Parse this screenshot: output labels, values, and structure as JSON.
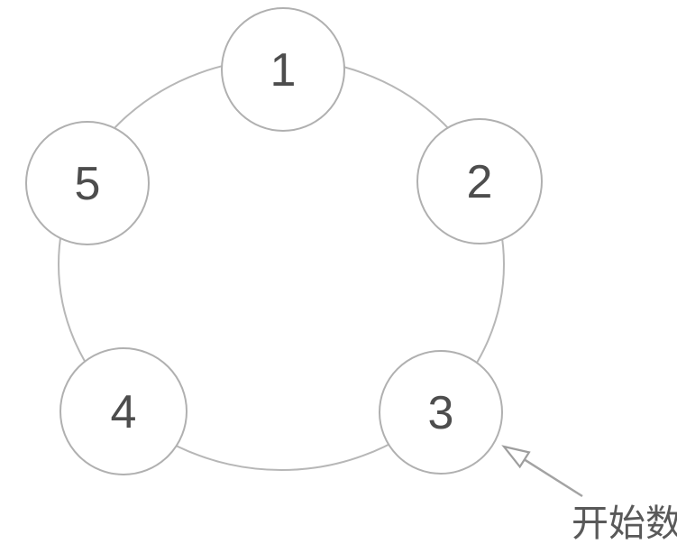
{
  "diagram": {
    "type": "circular-counting-diagram",
    "nodes": [
      {
        "id": 1,
        "label": "1",
        "position": "top"
      },
      {
        "id": 2,
        "label": "2",
        "position": "upper-right"
      },
      {
        "id": 3,
        "label": "3",
        "position": "lower-right"
      },
      {
        "id": 4,
        "label": "4",
        "position": "lower-left"
      },
      {
        "id": 5,
        "label": "5",
        "position": "upper-left"
      }
    ],
    "annotation": {
      "label": "开始数",
      "target_node_label": "3",
      "arrow_style": "open-hollow-arrowhead"
    },
    "colors": {
      "background": "#ffffff",
      "ring_stroke": "#b7b7b7",
      "node_stroke": "#b0b0b0",
      "node_fill": "#ffffff",
      "number_color": "#4d4d4d",
      "arrow_color": "#a3a3a3",
      "annotation_text_color": "#595959"
    }
  }
}
